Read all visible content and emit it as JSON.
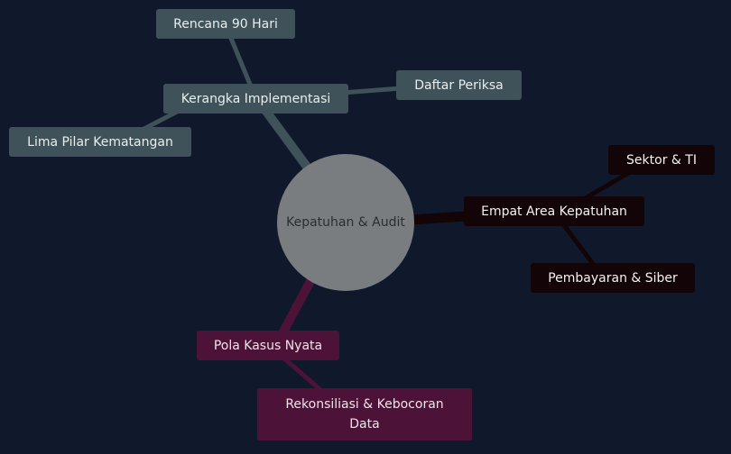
{
  "mindmap": {
    "root": {
      "label": "Kepatuhan & Audit",
      "color": "#7a7d7f"
    },
    "branches": [
      {
        "label": "Kerangka Implementasi",
        "color": "#3f5159",
        "children": [
          "Rencana 90 Hari",
          "Daftar Periksa",
          "Lima Pilar Kematangan"
        ]
      },
      {
        "label": "Empat Area Kepatuhan",
        "color": "#120407",
        "children": [
          "Sektor & TI",
          "Pembayaran & Siber"
        ]
      },
      {
        "label": "Pola Kasus Nyata",
        "color": "#4d1237",
        "children": [
          "Rekonsiliasi & Kebocoran Data"
        ]
      }
    ]
  }
}
